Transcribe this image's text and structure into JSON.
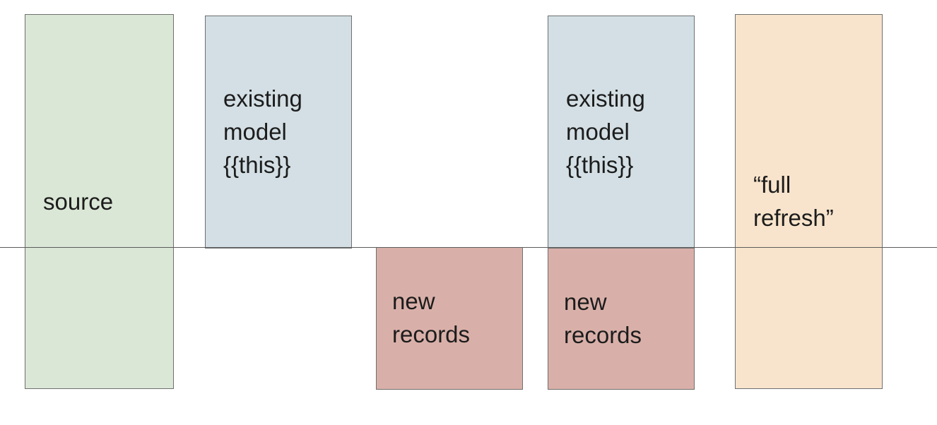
{
  "diagram": {
    "divider": {
      "color": "#5c5c5c"
    },
    "border_color": "#6f6f6f",
    "boxes": [
      {
        "name": "source",
        "label": "source",
        "color": "#dbe7d6"
      },
      {
        "name": "existing-model-left",
        "label": "existing\nmodel\n{{this}}",
        "color": "#d3dfe4"
      },
      {
        "name": "new-records-left",
        "label": "new\nrecords",
        "color": "#d9b0a9"
      },
      {
        "name": "existing-model-right",
        "label": "existing\nmodel\n{{this}}",
        "color": "#d3dfe4"
      },
      {
        "name": "new-records-right",
        "label": "new\nrecords",
        "color": "#d9b0a9"
      },
      {
        "name": "full-refresh",
        "label": "“full\nrefresh”",
        "color": "#f8e4cc"
      }
    ]
  }
}
